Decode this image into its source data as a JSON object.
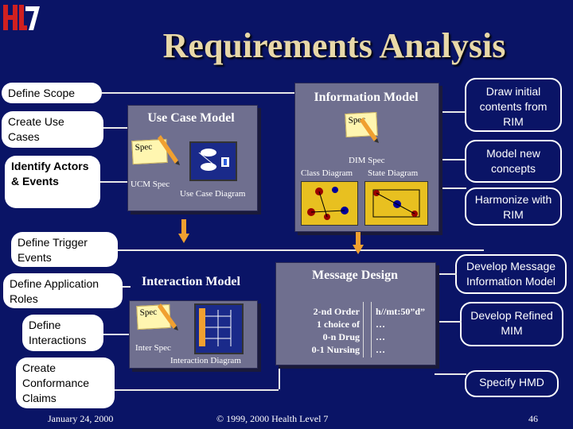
{
  "logo": {
    "text": "HL7"
  },
  "title": "Requirements Analysis",
  "left_items": [
    "Define Scope",
    "Create Use Cases",
    "Identify Actors & Events",
    "Define Trigger Events",
    "Define Application Roles",
    "Define Interactions",
    "Create Conformance Claims"
  ],
  "right_items": [
    "Draw initial contents from RIM",
    "Model new concepts",
    "Harmonize with RIM",
    "Develop Message Information Model",
    "Develop Refined MIM",
    "Specify HMD"
  ],
  "use_case_model": {
    "title": "Use Case Model",
    "spec": "Spec",
    "ucm_spec": "UCM Spec",
    "diagram": "Use Case Diagram"
  },
  "information_model": {
    "title": "Information Model",
    "spec": "Spec",
    "dim_spec": "DIM Spec",
    "class_diagram": "Class Diagram",
    "state_diagram": "State Diagram"
  },
  "interaction_model": {
    "title": "Interaction Model",
    "spec": "Spec",
    "inter_spec": "Inter Spec",
    "diagram": "Interaction Diagram"
  },
  "message_design": {
    "title": "Message Design",
    "left_lines": [
      "2-nd Order",
      "1 choice of",
      "0-n Drug",
      "0-1 Nursing"
    ],
    "right_lines": [
      "h//mt:50”d”",
      "…",
      "…",
      "…"
    ]
  },
  "footer": {
    "date": "January 24, 2000",
    "copyright": "© 1999, 2000 Health Level 7",
    "page": "46"
  },
  "colors": {
    "background": "#0a1466",
    "title": "#e8d8a8",
    "arrow": "#f0a030"
  }
}
